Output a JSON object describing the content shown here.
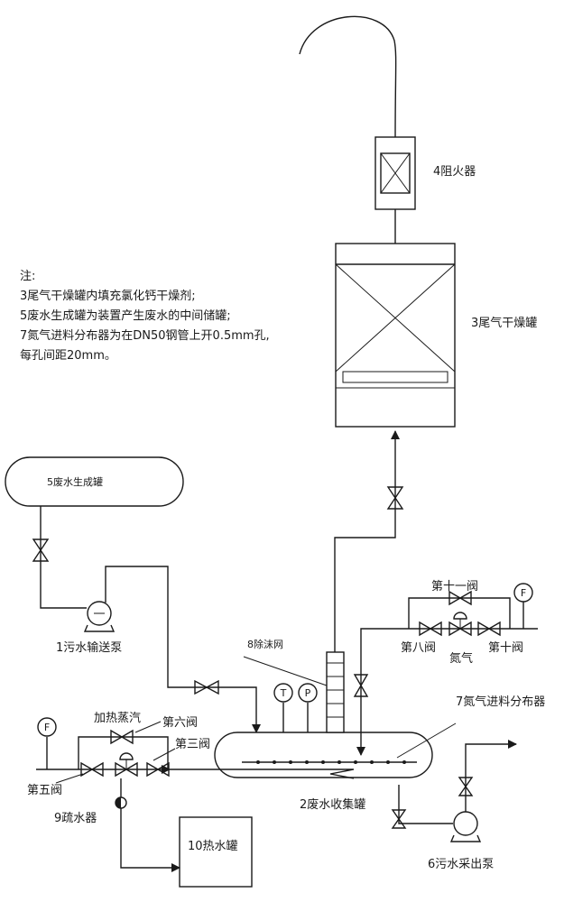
{
  "notes": {
    "title": "注:",
    "lines": [
      "3尾气干燥罐内填充氯化钙干燥剂;",
      "5废水生成罐为装置产生废水的中间储罐;",
      "7氮气进料分布器为在DN50钢管上开0.5mm孔,",
      "每孔间距20mm。"
    ]
  },
  "labels": {
    "flame_arrester": "4阻火器",
    "dry_tank": "3尾气干燥罐",
    "gen_tank": "5废水生成罐",
    "pump1": "1污水输送泵",
    "demister": "8除沫网",
    "valve11": "第十一阀",
    "valve8": "第八阀",
    "nitrogen": "氮气",
    "valve10": "第十阀",
    "distributor": "7氮气进料分布器",
    "heating_steam": "加热蒸汽",
    "valve6": "第六阀",
    "valve3": "第三阀",
    "valve5": "第五阀",
    "trap": "9疏水器",
    "collect_tank": "2废水收集罐",
    "hot_tank": "10热水罐",
    "pump6": "6污水采出泵"
  },
  "instruments": {
    "flow_a": "F",
    "flow_b": "F",
    "temp": "T",
    "press": "P"
  }
}
